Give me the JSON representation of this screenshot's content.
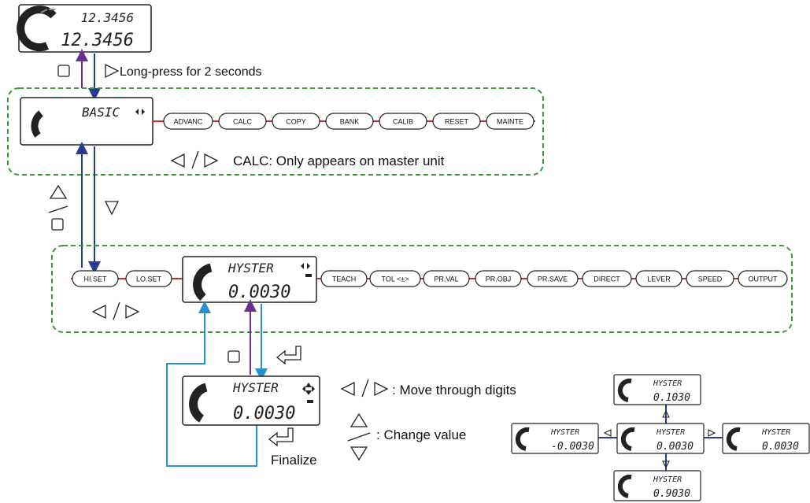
{
  "top_display": {
    "line1": "12.3456",
    "line2": "12.3456"
  },
  "long_press_label": "Long-press for 2 seconds",
  "basic_group": {
    "display_label": "BASIC",
    "items": [
      "ADVANC",
      "CALC",
      "COPY",
      "BANK",
      "CALIB",
      "RESET",
      "MAINTE"
    ],
    "note": "CALC: Only appears on master unit"
  },
  "submenu_group": {
    "items_left": [
      "HI.SET",
      "LO.SET"
    ],
    "display": {
      "line1": "HYSTER",
      "line2": "0.0030"
    },
    "items_right": [
      "TEACH",
      "TOL <±>",
      "PR.VAL",
      "PR.OBJ",
      "PR.SAVE",
      "DIRECT",
      "LEVER",
      "SPEED",
      "OUTPUT"
    ]
  },
  "edit_display": {
    "line1": "HYSTER",
    "line2": "0.0030"
  },
  "finalize_label": "Finalize",
  "move_digits_label": ": Move through digits",
  "change_value_label": ": Change value",
  "example_displays": {
    "top": {
      "line1": "HYSTER",
      "line2": "0.1030"
    },
    "left": {
      "line1": "HYSTER",
      "line2": "-0.0030"
    },
    "center": {
      "line1": "HYSTER",
      "line2": "0.0030"
    },
    "right": {
      "line1": "HYSTER",
      "line2": "0.0030"
    },
    "bottom": {
      "line1": "HYSTER",
      "line2": "0.9030"
    }
  },
  "colors": {
    "group_border": "#3a9a3a",
    "connector_red": "#c8302c",
    "arrow_navy": "#2a3a8c",
    "arrow_purple": "#6a3090",
    "arrow_cyan": "#2a8fd0"
  }
}
